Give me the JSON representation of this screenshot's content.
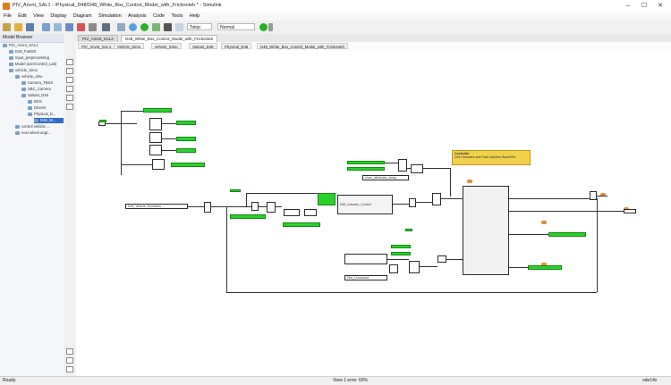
{
  "window": {
    "title": "PIV_Anvnt_SAL1 - /Physical_D48/D48_White_Box_Control_Model_with_Frictionteh * - Simulink",
    "controls": [
      "–",
      "☐",
      "✕"
    ]
  },
  "menu": [
    "File",
    "Edit",
    "View",
    "Display",
    "Diagram",
    "Simulation",
    "Analysis",
    "Code",
    "Tools",
    "Help"
  ],
  "toolbar": {
    "stop_time": "Tstop",
    "sim_mode": "Normal",
    "accent": "#2bd02b"
  },
  "model_browser": {
    "header": "Model Browser",
    "items": [
      {
        "label": "PIV_Anvnt_SAL1",
        "level": 0
      },
      {
        "label": "D48_FastS0",
        "level": 1
      },
      {
        "label": "Input_preprocessing",
        "level": 1
      },
      {
        "label": "Model (userControl_Lab)",
        "level": 1
      },
      {
        "label": "vehicle_Simu",
        "level": 1
      },
      {
        "label": "vehicle_dmu",
        "level": 2
      },
      {
        "label": "Camera_TBSS",
        "level": 3
      },
      {
        "label": "SBC_Camera",
        "level": 3
      },
      {
        "label": "Variant_D48",
        "level": 3
      },
      {
        "label": "BOS",
        "level": 4
      },
      {
        "label": "Drivers",
        "level": 4
      },
      {
        "label": "Physical_D...",
        "level": 4
      },
      {
        "label": "D48_W...",
        "level": 5,
        "selected": true
      },
      {
        "label": "control vehicle ...",
        "level": 2
      },
      {
        "label": "next wheel angl...",
        "level": 2
      }
    ]
  },
  "tabs": [
    {
      "label": "PIV_Anvnt_SAL2",
      "active": false
    },
    {
      "label": "D48_White_Box_Control_Model_with_Frictionteh",
      "active": true
    }
  ],
  "breadcrumbs": [
    "PIV_Anvnt_SAL1",
    "Vehicle_Simu",
    "vehicle_Simu",
    "Variant_D48",
    "Physical_D48",
    "D48_White_Box_Control_Model_with_Frictionteh"
  ],
  "canvas": {
    "note_title": "Controller",
    "note_text": "D48 Hardware and Fault Injection Block/HW",
    "labels": {
      "chart": "chart_Attributes_Array",
      "signal": "D48_Vehicle_Dynamics",
      "block": "D48_Actuator_Control",
      "status": "Dist_Command"
    }
  },
  "status": {
    "left": "Ready",
    "center": "View 1 error",
    "zoom": "60%",
    "right": "ode14x"
  }
}
